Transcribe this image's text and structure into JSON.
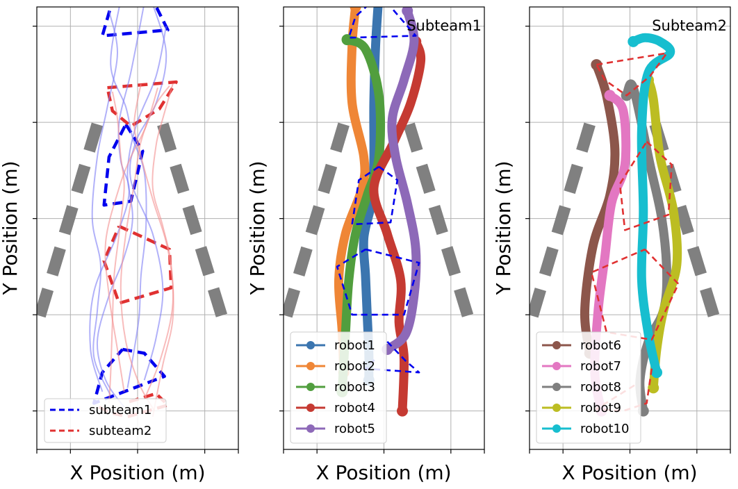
{
  "chart_data": [
    {
      "type": "line",
      "title": "",
      "xlabel": "X Position (m)",
      "ylabel": "Y Position (m)",
      "xlim": [
        -3,
        3
      ],
      "ylim": [
        0,
        11.5
      ],
      "xticks": [
        -2,
        0,
        2
      ],
      "yticks": [
        1,
        3.5,
        6,
        8.5,
        11
      ],
      "tick_labels_shown": false,
      "grid": true,
      "legend_position": "lower-left",
      "obstacles": [
        {
          "from": [
            -1.2,
            8.45
          ],
          "to": [
            -3.0,
            3.2
          ],
          "color": "#808080",
          "style": "dashed"
        },
        {
          "from": [
            0.75,
            8.45
          ],
          "to": [
            2.6,
            3.2
          ],
          "color": "#808080",
          "style": "dashed"
        }
      ],
      "series": [
        {
          "name": "subteam1",
          "color": "#0000ee",
          "style": "dashed",
          "group": "formation",
          "shapes": [
            [
              [
                -0.2,
                11.85
              ],
              [
                0.5,
                11.6
              ],
              [
                0.9,
                10.9
              ],
              [
                -1.05,
                10.75
              ],
              [
                -0.8,
                11.5
              ],
              [
                -0.2,
                11.85
              ]
            ],
            [
              [
                -0.35,
                8.45
              ],
              [
                0.15,
                7.75
              ],
              [
                -0.2,
                6.45
              ],
              [
                -1.0,
                6.35
              ],
              [
                -0.85,
                7.6
              ],
              [
                -0.35,
                8.45
              ]
            ],
            [
              [
                -0.45,
                2.6
              ],
              [
                0.2,
                2.5
              ],
              [
                0.8,
                1.9
              ],
              [
                -1.3,
                1.2
              ],
              [
                -1.05,
                2.0
              ],
              [
                -0.45,
                2.6
              ]
            ]
          ]
        },
        {
          "name": "subteam2",
          "color": "#e03131",
          "style": "dashed",
          "group": "formation",
          "shapes": [
            [
              [
                -0.9,
                9.4
              ],
              [
                1.15,
                9.55
              ],
              [
                0.65,
                8.85
              ],
              [
                -0.2,
                8.4
              ],
              [
                -0.75,
                8.8
              ],
              [
                -0.9,
                9.4
              ]
            ],
            [
              [
                -0.55,
                5.8
              ],
              [
                0.95,
                5.2
              ],
              [
                1.0,
                4.2
              ],
              [
                -0.55,
                3.8
              ],
              [
                -1.0,
                4.9
              ],
              [
                -0.55,
                5.8
              ]
            ],
            [
              [
                -1.15,
                1.1
              ],
              [
                -0.8,
                0.95
              ],
              [
                -0.3,
                0.85
              ],
              [
                0.9,
                1.15
              ],
              [
                0.55,
                1.45
              ],
              [
                -0.4,
                1.2
              ]
            ]
          ]
        },
        {
          "name": "",
          "color": "#7d7df5",
          "style": "thin",
          "group": "trail1",
          "x": [
            0.85,
            0.55,
            -0.05,
            -0.3,
            -0.15,
            -0.4,
            -0.85,
            -1.2,
            -0.95,
            -0.4
          ],
          "y": [
            11.0,
            9.7,
            8.4,
            7.2,
            6.0,
            5.0,
            4.0,
            2.8,
            1.8,
            1.1
          ]
        },
        {
          "name": "",
          "color": "#7d7df5",
          "style": "thin",
          "group": "trail1",
          "x": [
            0.2,
            -0.2,
            -0.55,
            -0.5,
            -0.25,
            -0.6,
            -1.3,
            -1.4,
            -1.05
          ],
          "y": [
            11.6,
            9.8,
            8.5,
            7.5,
            6.7,
            5.6,
            4.1,
            2.6,
            1.5
          ]
        },
        {
          "name": "",
          "color": "#7d7df5",
          "style": "thin",
          "group": "trail1",
          "x": [
            -0.5,
            -0.8,
            -0.35,
            -0.15,
            0.2,
            0.25,
            0.1,
            0.05,
            -0.1,
            -0.3
          ],
          "y": [
            11.7,
            10.0,
            8.9,
            8.1,
            7.2,
            5.8,
            4.5,
            3.5,
            2.6,
            1.6
          ]
        },
        {
          "name": "",
          "color": "#7d7df5",
          "style": "thin",
          "group": "trail1",
          "x": [
            0.4,
            0.85,
            0.55,
            -0.05,
            -0.2,
            0.45,
            0.75,
            0.55,
            0.2
          ],
          "y": [
            11.7,
            10.3,
            9.0,
            8.0,
            7.0,
            5.6,
            4.2,
            2.9,
            1.8
          ]
        },
        {
          "name": "",
          "color": "#7d7df5",
          "style": "thin",
          "group": "trail1",
          "x": [
            -0.85,
            -0.6,
            -0.9,
            -1.2,
            -1.35,
            -1.1,
            -1.2,
            -1.3,
            -0.8
          ],
          "y": [
            11.4,
            10.3,
            8.9,
            7.6,
            6.0,
            4.8,
            3.6,
            2.4,
            1.4
          ]
        },
        {
          "name": "",
          "color": "#f4908f",
          "style": "thin",
          "group": "trail2",
          "x": [
            1.05,
            0.75,
            0.55,
            0.45,
            0.75,
            1.0,
            1.05,
            0.75,
            0.45
          ],
          "y": [
            9.5,
            8.6,
            7.9,
            6.8,
            5.8,
            4.8,
            3.4,
            2.2,
            0.85
          ]
        },
        {
          "name": "",
          "color": "#f4908f",
          "style": "thin",
          "group": "trail2",
          "x": [
            0.1,
            -0.1,
            0.05,
            0.45,
            0.9,
            1.05,
            0.7,
            0.2
          ],
          "y": [
            9.5,
            8.5,
            7.8,
            6.5,
            5.2,
            3.8,
            2.4,
            1.3
          ]
        },
        {
          "name": "",
          "color": "#f4908f",
          "style": "thin",
          "group": "trail2",
          "x": [
            -0.75,
            -0.6,
            -0.5,
            -0.4,
            -0.55,
            -0.7,
            -0.75,
            -0.8,
            -0.85
          ],
          "y": [
            9.3,
            8.6,
            7.6,
            6.8,
            5.6,
            4.5,
            3.3,
            2.0,
            1.2
          ]
        },
        {
          "name": "",
          "color": "#f4908f",
          "style": "thin",
          "group": "trail2",
          "x": [
            0.6,
            0.25,
            -0.2,
            -0.55,
            -0.95,
            -0.85,
            -0.6,
            -0.4
          ],
          "y": [
            9.4,
            8.4,
            7.6,
            6.8,
            5.4,
            4.0,
            2.6,
            1.5
          ]
        },
        {
          "name": "",
          "color": "#f4908f",
          "style": "thin",
          "group": "trail2",
          "x": [
            0.95,
            0.5,
            0.1,
            -0.1,
            -0.35,
            -0.5,
            -0.35,
            0.05,
            0.5
          ],
          "y": [
            9.45,
            8.9,
            8.0,
            6.9,
            5.6,
            4.2,
            2.8,
            1.7,
            1.0
          ]
        }
      ]
    },
    {
      "type": "line",
      "title": "Subteam1",
      "xlabel": "X Position (m)",
      "ylabel": "Y Position (m)",
      "xlim": [
        -3,
        3
      ],
      "ylim": [
        0,
        11.5
      ],
      "xticks": [
        -2,
        0,
        2
      ],
      "yticks": [
        1,
        3.5,
        6,
        8.5,
        11
      ],
      "tick_labels_shown": false,
      "grid": true,
      "legend_position": "lower-left",
      "obstacles": [
        {
          "from": [
            -1.2,
            8.45
          ],
          "to": [
            -3.0,
            3.2
          ],
          "color": "#808080",
          "style": "dashed"
        },
        {
          "from": [
            0.75,
            8.45
          ],
          "to": [
            2.6,
            3.2
          ],
          "color": "#808080",
          "style": "dashed"
        }
      ],
      "formation": {
        "color": "#0000ee",
        "shapes": [
          [
            [
              -0.1,
              11.85
            ],
            [
              0.3,
              11.4
            ],
            [
              0.95,
              10.75
            ],
            [
              -1.05,
              10.7
            ],
            [
              -0.85,
              11.25
            ],
            [
              -0.1,
              11.85
            ]
          ],
          [
            [
              -0.15,
              7.35
            ],
            [
              0.4,
              7.0
            ],
            [
              0.2,
              5.9
            ],
            [
              -0.95,
              5.85
            ],
            [
              -0.75,
              7.0
            ],
            [
              -0.15,
              7.35
            ]
          ],
          [
            [
              -0.55,
              5.2
            ],
            [
              1.05,
              4.85
            ],
            [
              0.6,
              3.5
            ],
            [
              -0.95,
              3.5
            ],
            [
              -1.4,
              4.75
            ],
            [
              -0.55,
              5.2
            ]
          ],
          [
            [
              0.1,
              2.8
            ],
            [
              0.65,
              2.3
            ],
            [
              1.05,
              2.0
            ],
            [
              -0.55,
              2.1
            ],
            [
              -0.2,
              2.4
            ]
          ]
        ]
      },
      "series": [
        {
          "name": "robot1",
          "color": "#3b75af",
          "x": [
            -0.15,
            -0.25,
            -0.3,
            -0.3,
            -0.35,
            -0.6,
            -0.55,
            -0.5,
            -0.45,
            -0.45
          ],
          "y": [
            11.85,
            10.5,
            9.0,
            7.5,
            6.5,
            5.5,
            4.5,
            3.5,
            2.5,
            1.8
          ]
        },
        {
          "name": "robot2",
          "color": "#ef8636",
          "x": [
            -0.85,
            -0.95,
            -0.95,
            -0.6,
            -0.65,
            -1.15,
            -1.35,
            -1.25,
            -1.2
          ],
          "y": [
            11.5,
            10.5,
            9.0,
            7.6,
            6.8,
            5.6,
            4.4,
            3.1,
            2.0
          ]
        },
        {
          "name": "robot3",
          "color": "#519e3e",
          "x": [
            -1.1,
            -0.55,
            -0.15,
            -0.15,
            -0.5,
            -0.85,
            -1.05,
            -1.15,
            -1.25
          ],
          "y": [
            10.65,
            10.4,
            9.2,
            7.6,
            6.6,
            5.6,
            4.4,
            3.0,
            1.5
          ]
        },
        {
          "name": "robot4",
          "color": "#c53a32",
          "x": [
            0.95,
            1.1,
            0.8,
            0.3,
            -0.3,
            0.1,
            0.5,
            0.45,
            0.6,
            0.55
          ],
          "y": [
            10.6,
            10.1,
            9.0,
            8.0,
            6.8,
            5.6,
            4.4,
            3.3,
            2.4,
            1.0
          ]
        },
        {
          "name": "robot5",
          "color": "#8d69b8",
          "x": [
            0.7,
            0.9,
            0.6,
            0.25,
            0.35,
            0.7,
            0.95,
            0.9,
            0.65,
            0.1
          ],
          "y": [
            11.4,
            10.6,
            9.6,
            8.6,
            7.6,
            6.4,
            5.2,
            4.0,
            3.0,
            2.6
          ]
        }
      ]
    },
    {
      "type": "line",
      "title": "Subteam2",
      "xlabel": "X Position (m)",
      "ylabel": "Y Position (m)",
      "xlim": [
        -3,
        3
      ],
      "ylim": [
        0,
        11.5
      ],
      "xticks": [
        -2,
        0,
        2
      ],
      "yticks": [
        1,
        3.5,
        6,
        8.5,
        11
      ],
      "tick_labels_shown": false,
      "grid": true,
      "legend_position": "lower-left",
      "obstacles": [
        {
          "from": [
            -1.2,
            8.45
          ],
          "to": [
            -3.0,
            3.2
          ],
          "color": "#808080",
          "style": "dashed"
        },
        {
          "from": [
            0.75,
            8.45
          ],
          "to": [
            2.6,
            3.2
          ],
          "color": "#808080",
          "style": "dashed"
        }
      ],
      "formation": {
        "color": "#e03131",
        "shapes": [
          [
            [
              -1.0,
              10.0
            ],
            [
              1.1,
              10.3
            ],
            [
              0.6,
              9.7
            ],
            [
              -0.1,
              9.2
            ],
            [
              -0.75,
              9.6
            ],
            [
              -1.0,
              10.0
            ]
          ],
          [
            [
              0.5,
              8.0
            ],
            [
              1.25,
              7.4
            ],
            [
              1.15,
              6.1
            ],
            [
              -0.15,
              5.7
            ],
            [
              -0.3,
              6.9
            ],
            [
              0.5,
              8.0
            ]
          ],
          [
            [
              0.45,
              5.2
            ],
            [
              1.45,
              4.3
            ],
            [
              0.65,
              2.85
            ],
            [
              -0.7,
              3.05
            ],
            [
              -1.15,
              4.6
            ],
            [
              0.45,
              5.2
            ]
          ],
          [
            [
              0.65,
              2.1
            ],
            [
              0.5,
              1.2
            ],
            [
              -0.2,
              1.0
            ],
            [
              -1.0,
              1.05
            ],
            [
              0.2,
              1.7
            ]
          ]
        ]
      },
      "series": [
        {
          "name": "robot6",
          "color": "#8c564b",
          "x": [
            -1.0,
            -0.7,
            -0.45,
            -0.6,
            -1.1,
            -1.35,
            -1.2
          ],
          "y": [
            10.0,
            9.2,
            7.8,
            6.6,
            5.3,
            3.6,
            2.5
          ]
        },
        {
          "name": "robot7",
          "color": "#e377c2",
          "x": [
            -0.6,
            -0.2,
            -0.15,
            -0.55,
            -0.75,
            -0.95,
            -1.05,
            -0.85
          ],
          "y": [
            9.2,
            8.8,
            7.4,
            6.4,
            5.0,
            3.6,
            2.0,
            1.0
          ]
        },
        {
          "name": "robot8",
          "color": "#7f7f7f",
          "x": [
            -0.1,
            0.1,
            0.6,
            0.95,
            1.1,
            1.0,
            0.55,
            0.3,
            0.4
          ],
          "y": [
            9.2,
            9.4,
            7.4,
            6.0,
            4.6,
            3.6,
            2.8,
            1.8,
            1.0
          ]
        },
        {
          "name": "robot9",
          "color": "#bcbd22",
          "x": [
            0.55,
            0.7,
            0.9,
            1.3,
            1.4,
            1.0,
            0.8,
            0.7
          ],
          "y": [
            9.6,
            9.1,
            7.6,
            6.2,
            4.8,
            3.6,
            2.6,
            1.6
          ]
        },
        {
          "name": "robot10",
          "color": "#17becf",
          "x": [
            0.1,
            0.45,
            0.9,
            1.2,
            0.55,
            0.35,
            0.4,
            0.35,
            0.55,
            0.8
          ],
          "y": [
            10.6,
            10.7,
            10.6,
            10.3,
            9.8,
            8.3,
            6.2,
            4.4,
            3.0,
            2.0
          ]
        }
      ]
    }
  ]
}
